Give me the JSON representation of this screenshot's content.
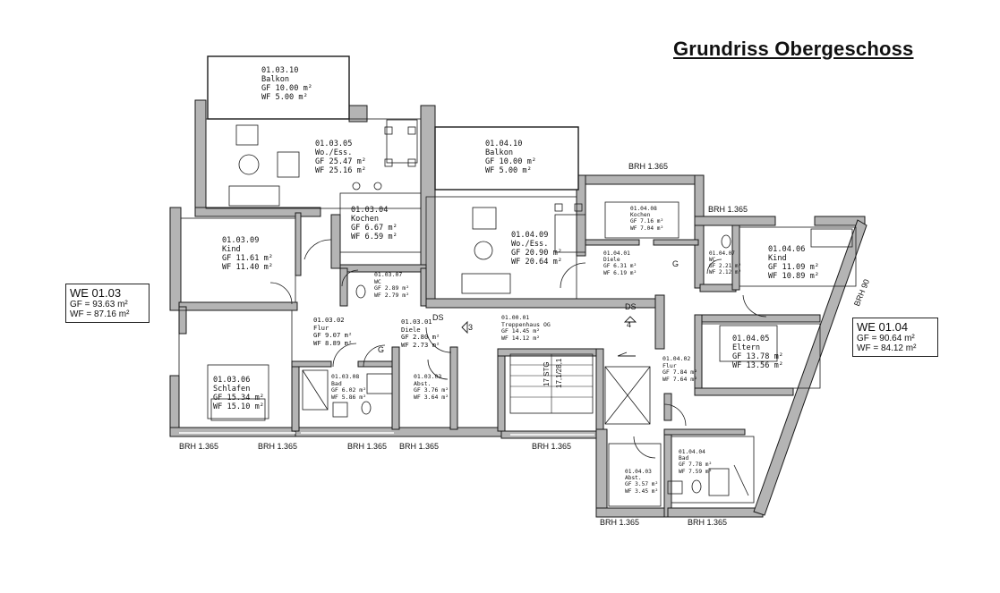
{
  "title": "Grundriss Obergeschoss",
  "units": [
    {
      "id": "WE 01.03",
      "gf": "GF = 93.63 m²",
      "wf": "WF = 87.16 m²"
    },
    {
      "id": "WE 01.04",
      "gf": "GF = 90.64 m²",
      "wf": "WF = 84.12 m²"
    }
  ],
  "rooms": {
    "r1": {
      "no": "01.03.10",
      "name": "Balkon",
      "gf": "GF 10.00 m²",
      "wf": "WF 5.00 m²"
    },
    "r2": {
      "no": "01.03.05",
      "name": "Wo./Ess.",
      "gf": "GF 25.47 m²",
      "wf": "WF 25.16 m²"
    },
    "r3": {
      "no": "01.03.04",
      "name": "Kochen",
      "gf": "GF 6.67 m²",
      "wf": "WF 6.59 m²"
    },
    "r4": {
      "no": "01.03.09",
      "name": "Kind",
      "gf": "GF 11.61 m²",
      "wf": "WF 11.40 m²"
    },
    "r5": {
      "no": "01.03.07",
      "name": "WC",
      "gf": "GF 2.89 m²",
      "wf": "WF 2.79 m²"
    },
    "r6": {
      "no": "01.03.02",
      "name": "Flur",
      "gf": "GF 9.07 m²",
      "wf": "WF 8.89 m²"
    },
    "r7": {
      "no": "01.03.01",
      "name": "Diele",
      "gf": "GF 2.80 m²",
      "wf": "WF 2.73 m²"
    },
    "r8": {
      "no": "01.03.06",
      "name": "Schlafen",
      "gf": "GF 15.34 m²",
      "wf": "WF 15.10 m²"
    },
    "r9": {
      "no": "01.03.08",
      "name": "Bad",
      "gf": "GF 6.02 m²",
      "wf": "WF 5.86 m²"
    },
    "r10": {
      "no": "01.03.03",
      "name": "Abst.",
      "gf": "GF 3.76 m²",
      "wf": "WF 3.64 m²"
    },
    "r11": {
      "no": "01.04.10",
      "name": "Balkon",
      "gf": "GF 10.00 m²",
      "wf": "WF 5.00 m²"
    },
    "r12": {
      "no": "01.04.09",
      "name": "Wo./Ess.",
      "gf": "GF 20.90 m²",
      "wf": "WF 20.64 m²"
    },
    "r13": {
      "no": "01.04.08",
      "name": "Kochen",
      "gf": "GF 7.16 m²",
      "wf": "WF 7.04 m²"
    },
    "r14": {
      "no": "01.04.01",
      "name": "Diele",
      "gf": "GF 6.31 m²",
      "wf": "WF 6.19 m²"
    },
    "r15": {
      "no": "01.04.07",
      "name": "WC",
      "gf": "GF 2.21 m²",
      "wf": "WF 2.12 m²"
    },
    "r16": {
      "no": "01.04.06",
      "name": "Kind",
      "gf": "GF 11.09 m²",
      "wf": "WF 10.89 m²"
    },
    "r17": {
      "no": "01.00.01",
      "name": "Treppenhaus OG",
      "gf": "GF 14.45 m²",
      "wf": "WF 14.12 m²"
    },
    "r18": {
      "no": "01.04.05",
      "name": "Eltern",
      "gf": "GF 13.78 m²",
      "wf": "WF 13.56 m²"
    },
    "r19": {
      "no": "01.04.02",
      "name": "Flur",
      "gf": "GF 7.84 m²",
      "wf": "WF 7.64 m²"
    },
    "r20": {
      "no": "01.04.03",
      "name": "Abst.",
      "gf": "GF 3.57 m²",
      "wf": "WF 3.45 m²"
    },
    "r21": {
      "no": "01.04.04",
      "name": "Bad",
      "gf": "GF 7.78 m²",
      "wf": "WF 7.59 m²"
    }
  },
  "brh": "BRH 1.365",
  "brh90": "BRH 90",
  "labels": {
    "ds": "DS",
    "g": "G",
    "three": "3",
    "four": "4",
    "stg": "17 STG",
    "ratio": "17,1/28,1"
  },
  "colors": {
    "wall": "#b4b4b4",
    "line": "#1a1a1a",
    "background": "#ffffff"
  }
}
